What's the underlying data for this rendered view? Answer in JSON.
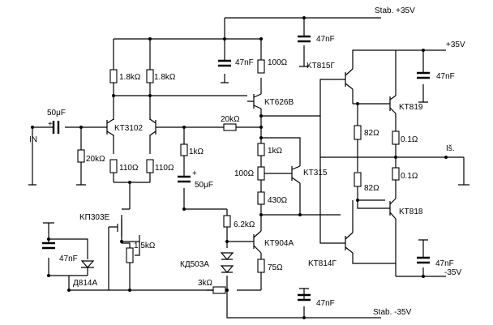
{
  "rails": {
    "stab_pos": "Stab. +35V",
    "stab_neg": "Stab. -35V",
    "pos": "+35V",
    "neg": "-35V"
  },
  "io": {
    "input": "IN",
    "output": "Iš."
  },
  "transistors": {
    "q_diff": "KT3102",
    "q_vas": "KT626B",
    "q_vbe": "KT315",
    "q_driver_n": "KT815Г",
    "q_power_n": "KT819",
    "q_power_p": "KT818",
    "q_driver_p": "KT814Г",
    "q_ccs": "KT904A",
    "q_fet": "KП303E"
  },
  "diodes": {
    "d_string": "КД503A",
    "zener": "Д814A"
  },
  "resistors": {
    "r_col_l": "1.8kΩ",
    "r_col_r": "1.8kΩ",
    "r_in": "20kΩ",
    "r_em_l": "110Ω",
    "r_em_r": "110Ω",
    "r_fb_shunt": "1kΩ",
    "r_fb": "20kΩ",
    "r_vas_base": "100Ω",
    "r_vbe_top": "1kΩ",
    "r_vbe_pot": "100Ω",
    "r_vbe_bot": "430Ω",
    "r_ccs_base": "6.2kΩ",
    "r_ccs_em": "75Ω",
    "r_drv_top": "82Ω",
    "r_drv_bot": "82Ω",
    "r_em_top": "0.1Ω",
    "r_em_bot": "0.1Ω",
    "r_fet_pot": "1.5kΩ",
    "r_bias": "3kΩ"
  },
  "capacitors": {
    "c_in": "50μF",
    "c_fb": "50μF",
    "c_dec_top": "47nF",
    "c_stab_pos": "47nF",
    "c_out_pos": "47nF",
    "c_out_neg": "47nF",
    "c_stab_neg": "47nF",
    "c_zener": "47nF"
  }
}
